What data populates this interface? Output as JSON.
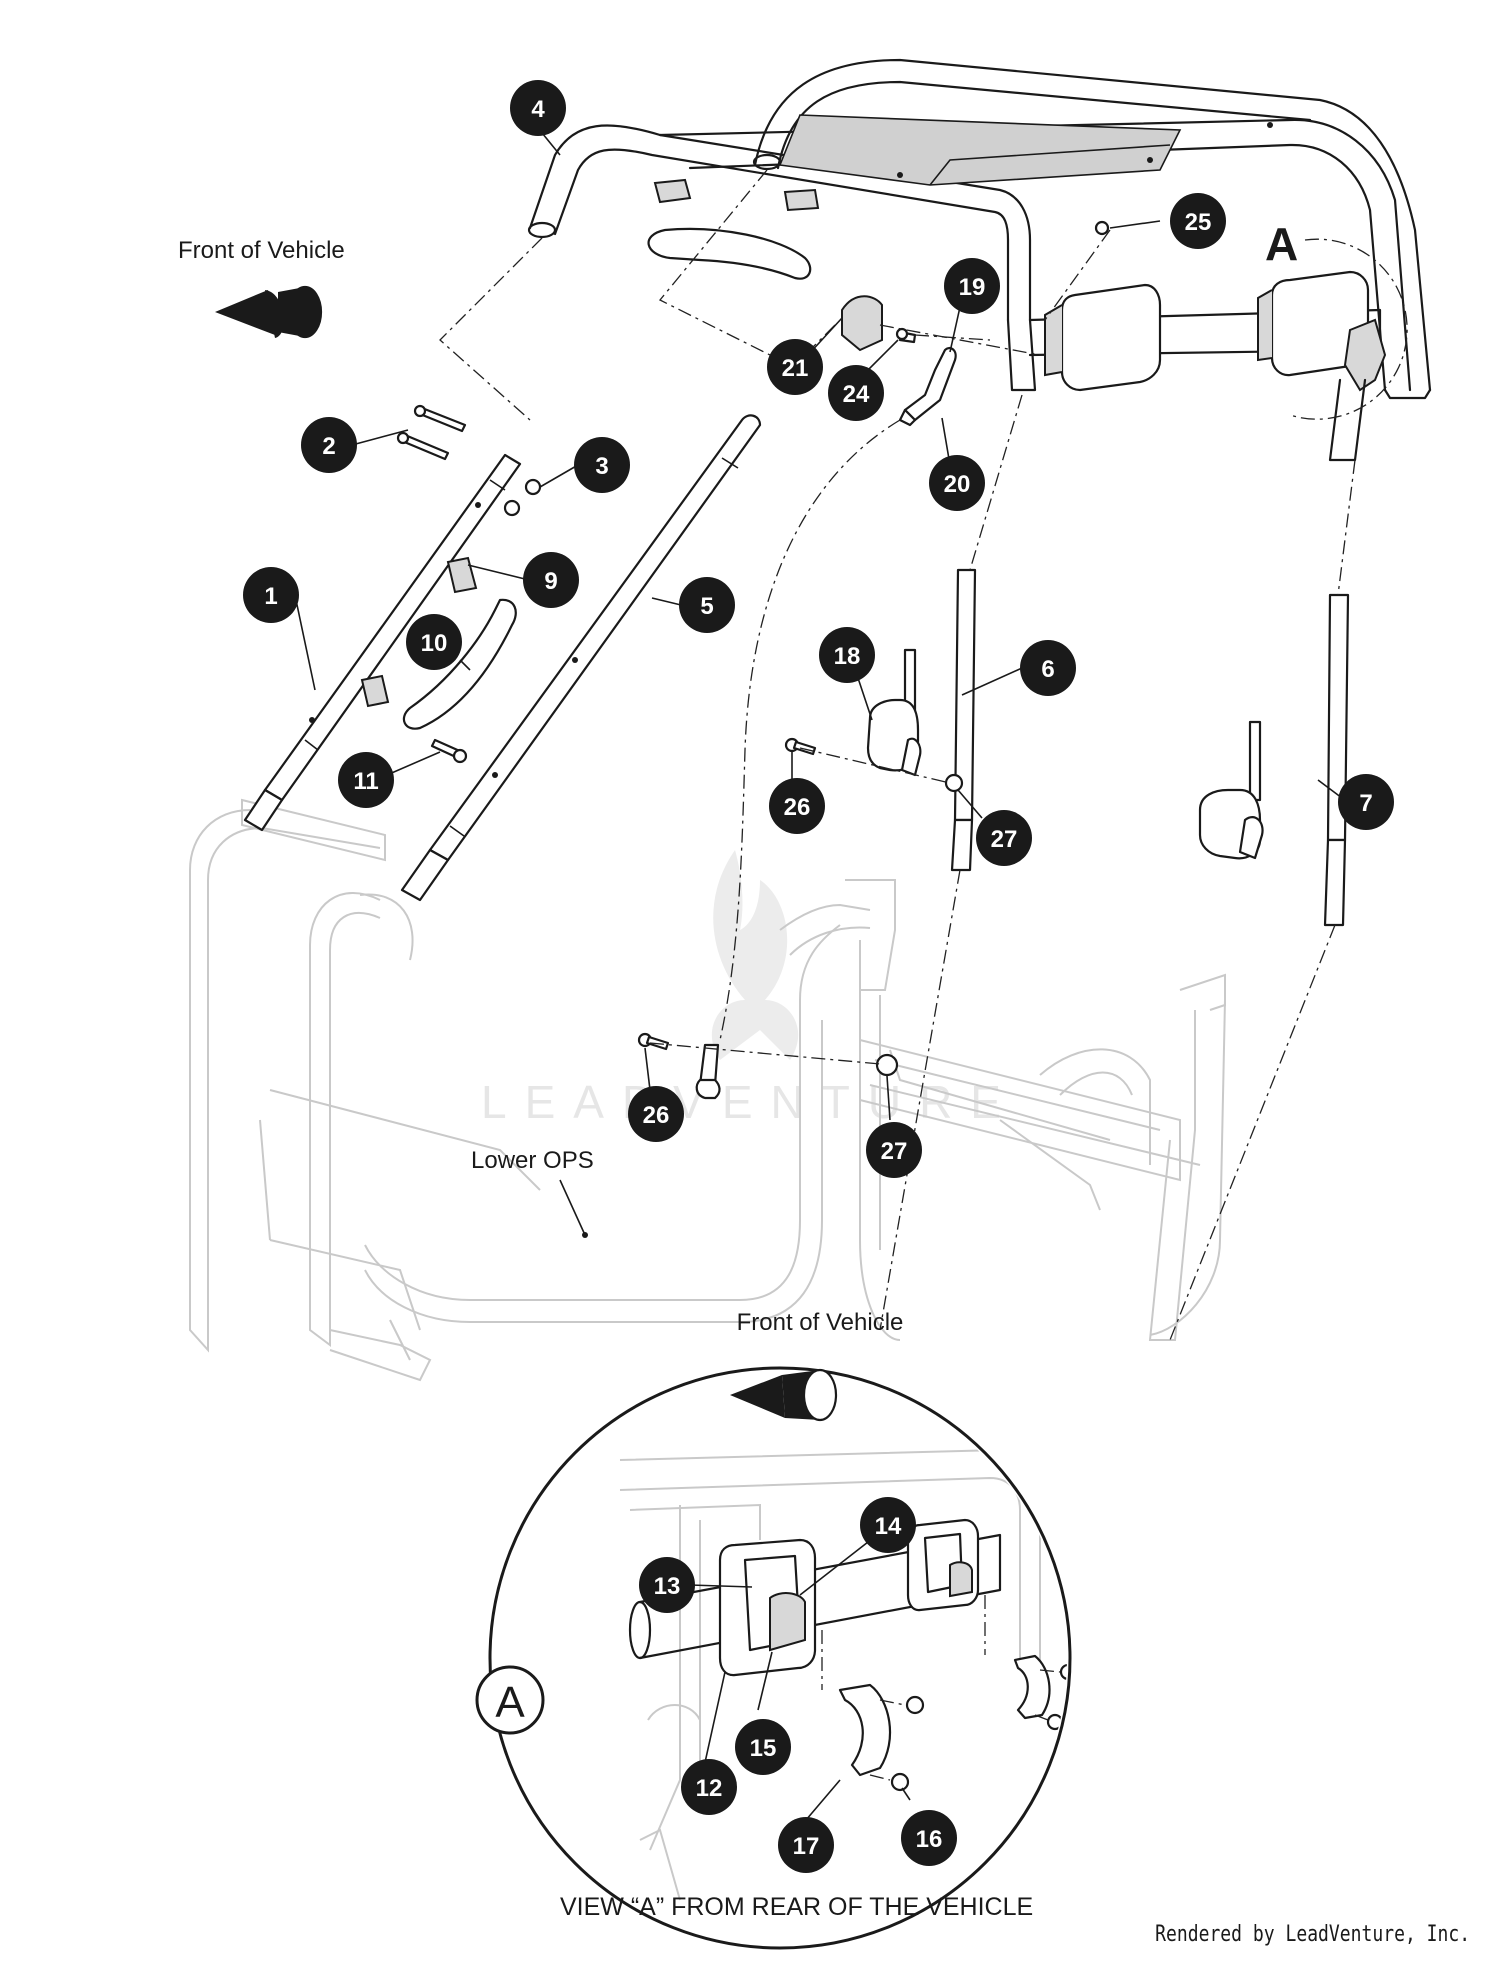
{
  "labels": {
    "front_top": "Front of Vehicle",
    "front_inset": "Front of Vehicle",
    "lower_ops": "Lower OPS",
    "view_a_marker": "A",
    "view_a_inset_marker": "A",
    "view_caption": "VIEW “A” FROM REAR OF THE VEHICLE",
    "watermark": "LEADVENTURE"
  },
  "footer": {
    "rendered_by": "Rendered by LeadVenture, Inc."
  },
  "callouts": {
    "c1": "1",
    "c2": "2",
    "c3": "3",
    "c4": "4",
    "c5": "5",
    "c6": "6",
    "c7": "7",
    "c9": "9",
    "c10": "10",
    "c11": "11",
    "c12": "12",
    "c13": "13",
    "c14": "14",
    "c15": "15",
    "c16": "16",
    "c17": "17",
    "c18": "18",
    "c19": "19",
    "c20": "20",
    "c21": "21",
    "c24": "24",
    "c25": "25",
    "c26a": "26",
    "c26b": "26",
    "c27a": "27",
    "c27b": "27"
  },
  "colors": {
    "ink": "#1a1a1a",
    "ghost": "#c9c9c9",
    "callout_fill": "#1a1a1a",
    "watermark": "#e6e6e6"
  }
}
